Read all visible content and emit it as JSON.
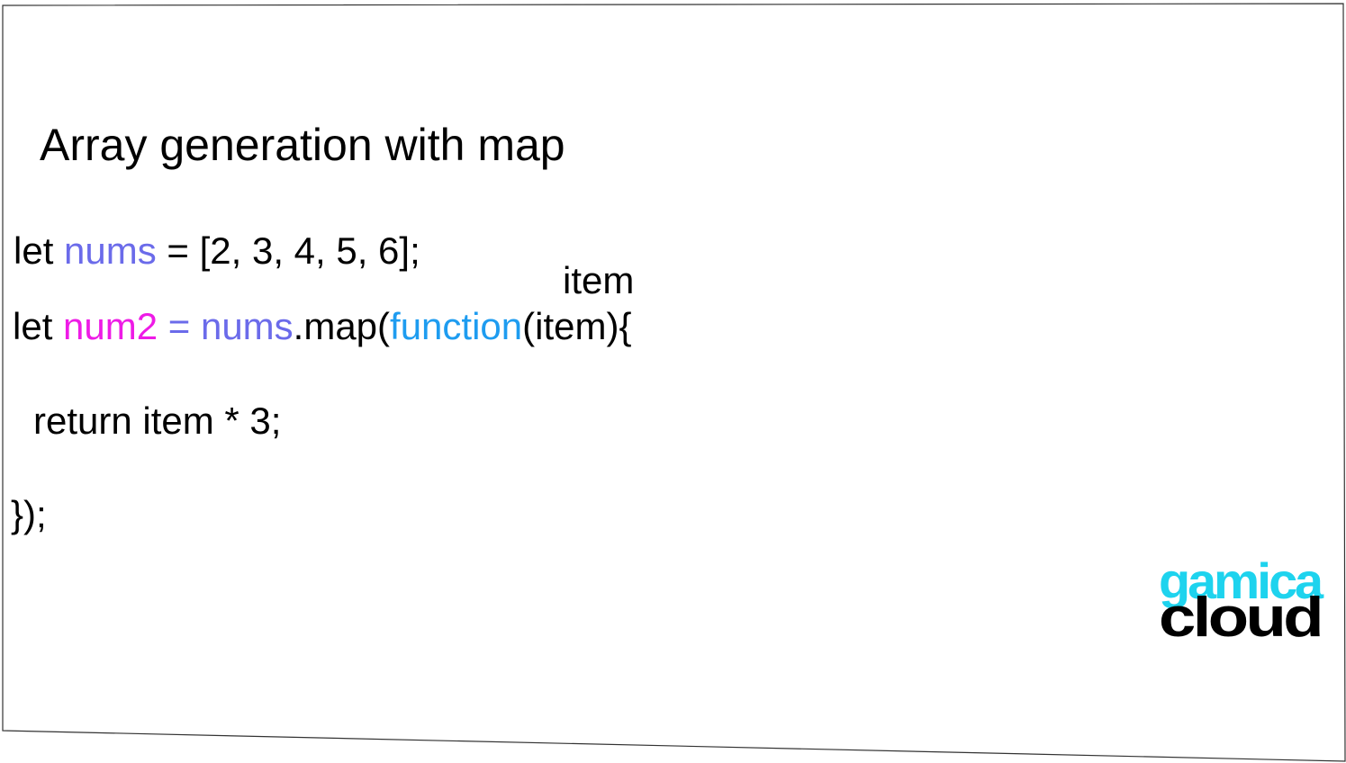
{
  "slide": {
    "title": "Array generation with map",
    "annotation": "item",
    "code": {
      "line1": {
        "kw": "let ",
        "var": "nums",
        "rest": " = [2, 3, 4, 5, 6];"
      },
      "line2": {
        "kw": "let ",
        "var": "num2",
        "eq": " = ",
        "arr": "nums",
        "method": ".map(",
        "fn": "function",
        "params": "(item){"
      },
      "line3": "return item * 3;",
      "line4": "});"
    }
  },
  "logo": {
    "line1": "gamica",
    "line2": "cloud"
  },
  "colors": {
    "nums": "#6b6bea",
    "num2": "#ee1be6",
    "function": "#1e9cf0",
    "logo_top": "#1ed3ee",
    "logo_bottom": "#000000",
    "text": "#000000"
  }
}
